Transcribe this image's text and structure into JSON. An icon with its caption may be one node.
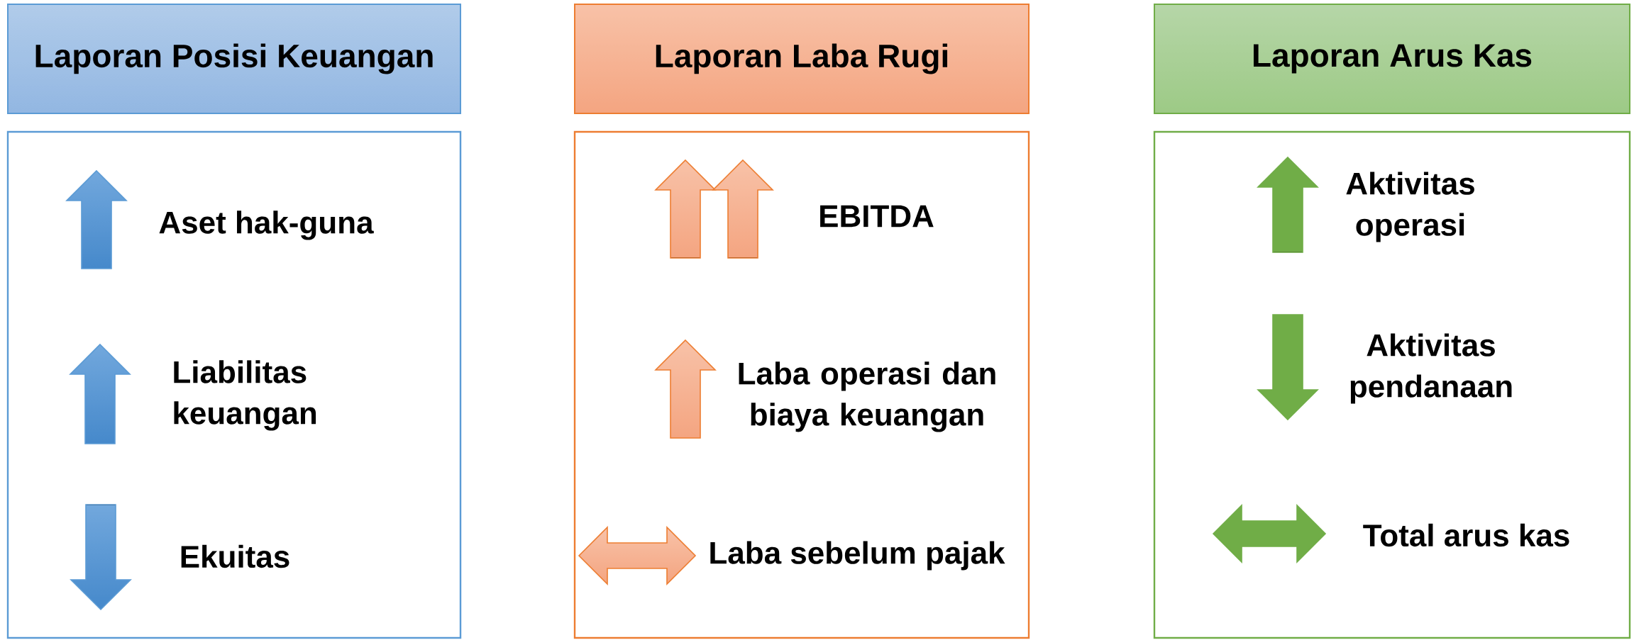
{
  "diagram": {
    "nodes": [
      {
        "text": [
          "Laporan Posisi Keuangan"
        ]
      },
      {
        "text": [],
        "shape": "box"
      },
      {
        "text": [
          "Aset hak-guna"
        ],
        "in": 1
      },
      {
        "text": [
          "Liabilitas keuangan"
        ],
        "in": 1
      },
      {
        "text": [
          "Ekuitas"
        ],
        "in": 1
      },
      {
        "text": [
          "Laporan Laba Rugi"
        ]
      },
      {
        "text": [],
        "shape": "box"
      },
      {
        "text": [
          "EBITDA"
        ],
        "in": 6
      },
      {
        "text": [
          "Laba operasi dan biaya keuangan"
        ],
        "in": 6
      },
      {
        "text": [
          "Laba sebelum pajak"
        ],
        "in": 6
      },
      {
        "text": [
          "Laporan Arus Kas"
        ]
      },
      {
        "text": [],
        "shape": "box"
      },
      {
        "text": [
          "Aktivitas operasi"
        ],
        "in": 11
      },
      {
        "text": [
          "Aktivitas pendanaan"
        ],
        "in": 11
      },
      {
        "text": [
          "Total arus kas"
        ],
        "in": 11
      }
    ]
  }
}
